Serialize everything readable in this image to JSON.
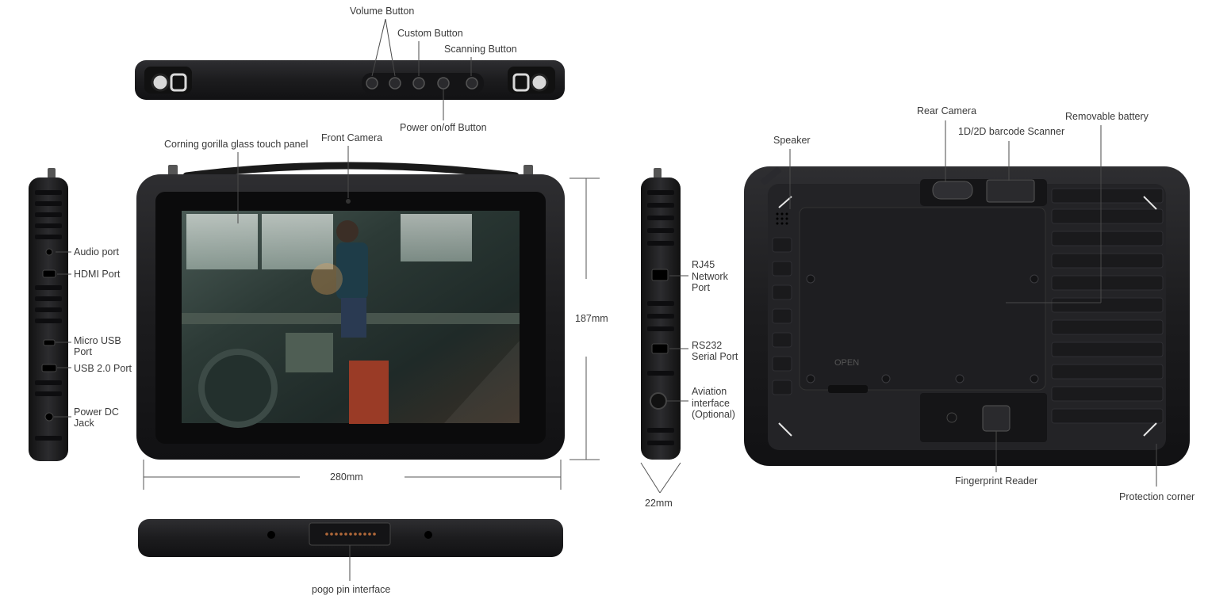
{
  "labels": {
    "volume_button": "Volume Button",
    "custom_button": "Custom Button",
    "scanning_button": "Scanning Button",
    "power_button": "Power on/off Button",
    "gorilla_glass": "Corning gorilla glass touch panel",
    "front_camera": "Front Camera",
    "audio_port": "Audio port",
    "hdmi_port": "HDMI Port",
    "micro_usb_1": "Micro USB",
    "micro_usb_2": "Port",
    "usb2_port": "USB 2.0 Port",
    "power_dc_1": "Power DC",
    "power_dc_2": "Jack",
    "rj45_1": "RJ45",
    "rj45_2": "Network",
    "rj45_3": "Port",
    "rs232_1": "RS232",
    "rs232_2": "Serial Port",
    "aviation_1": "Aviation",
    "aviation_2": "interface",
    "aviation_3": "(Optional)",
    "rear_camera": "Rear Camera",
    "barcode_scanner": "1D/2D barcode Scanner",
    "removable_battery": "Removable battery",
    "speaker": "Speaker",
    "fingerprint_reader": "Fingerprint Reader",
    "protection_corner": "Protection corner",
    "pogo_pin": "pogo pin interface",
    "battery_open": "OPEN"
  },
  "dimensions": {
    "width": "280mm",
    "height": "187mm",
    "thickness": "22mm"
  },
  "colors": {
    "device_body": "#1c1c1e",
    "device_edge": "#2b2b2e",
    "label_text": "#3a3a3a",
    "leader_line": "#4a4a4a",
    "screen_bezel": "#0b0b0c"
  }
}
